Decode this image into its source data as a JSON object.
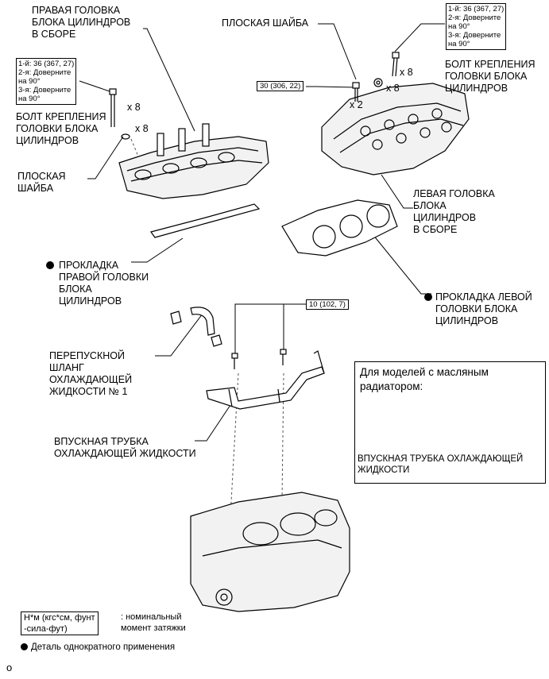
{
  "labels": {
    "right_head": [
      "ПРАВАЯ ГОЛОВКА",
      "БЛОКА ЦИЛИНДРОВ",
      "В СБОРЕ"
    ],
    "flat_washer_top": "ПЛОСКАЯ ШАЙБА",
    "left_bolt_label": [
      "БОЛТ КРЕПЛЕНИЯ",
      "ГОЛОВКИ БЛОКА",
      "ЦИЛИНДРОВ"
    ],
    "right_bolt_label": [
      "БОЛТ КРЕПЛЕНИЯ",
      "ГОЛОВКИ БЛОКА",
      "ЦИЛИНДРОВ"
    ],
    "flat_washer_left": [
      "ПЛОСКАЯ",
      "ШАЙБА"
    ],
    "left_head": [
      "ЛЕВАЯ ГОЛОВКА",
      "БЛОКА",
      "ЦИЛИНДРОВ",
      "В СБОРЕ"
    ],
    "right_gasket": [
      "ПРОКЛАДКА",
      "ПРАВОЙ ГОЛОВКИ",
      "БЛОКА",
      "ЦИЛИНДРОВ"
    ],
    "left_gasket": [
      "ПРОКЛАДКА ЛЕВОЙ",
      "ГОЛОВКИ БЛОКА",
      "ЦИЛИНДРОВ"
    ],
    "bypass_hose": [
      "ПЕРЕПУСКНОЙ",
      "ШЛАНГ",
      "ОХЛАЖДАЮЩЕЙ",
      "ЖИДКОСТИ № 1"
    ],
    "inlet_pipe": [
      "ВПУСКНАЯ ТРУБКА",
      "ОХЛАЖДАЮЩЕЙ ЖИДКОСТИ"
    ]
  },
  "counts": {
    "x8_left_bolt": "x 8",
    "x8_left_washer": "x 8",
    "x8_right_bolt": "x 8",
    "x8_right_washer": "x 8",
    "x2": "x 2"
  },
  "torque": {
    "left_bolt": [
      "1-й: 36 (367, 27)",
      "2-я: Доверните",
      "на 90°",
      "3-я: Доверните",
      "на 90°"
    ],
    "right_bolt": [
      "1-й: 36 (367, 27)",
      "2-я: Доверните",
      "на 90°",
      "3-я: Доверните",
      "на 90°"
    ],
    "small_bolt": "30 (306, 22)",
    "pipe_bolt": "10 (102, 7)"
  },
  "inset": {
    "title": [
      "Для моделей с масляным",
      "радиатором:"
    ],
    "pipe_label": [
      "ВПУСКНАЯ ТРУБКА ОХЛАЖДАЮЩЕЙ",
      "ЖИДКОСТИ"
    ]
  },
  "legend": {
    "units": [
      "Н*м (кгс*см, фунт",
      "-сила-фут)"
    ],
    "units_desc": [
      ": номинальный",
      "момент затяжки"
    ],
    "single_use": "Деталь однократного применения",
    "corner_mark": "o"
  }
}
